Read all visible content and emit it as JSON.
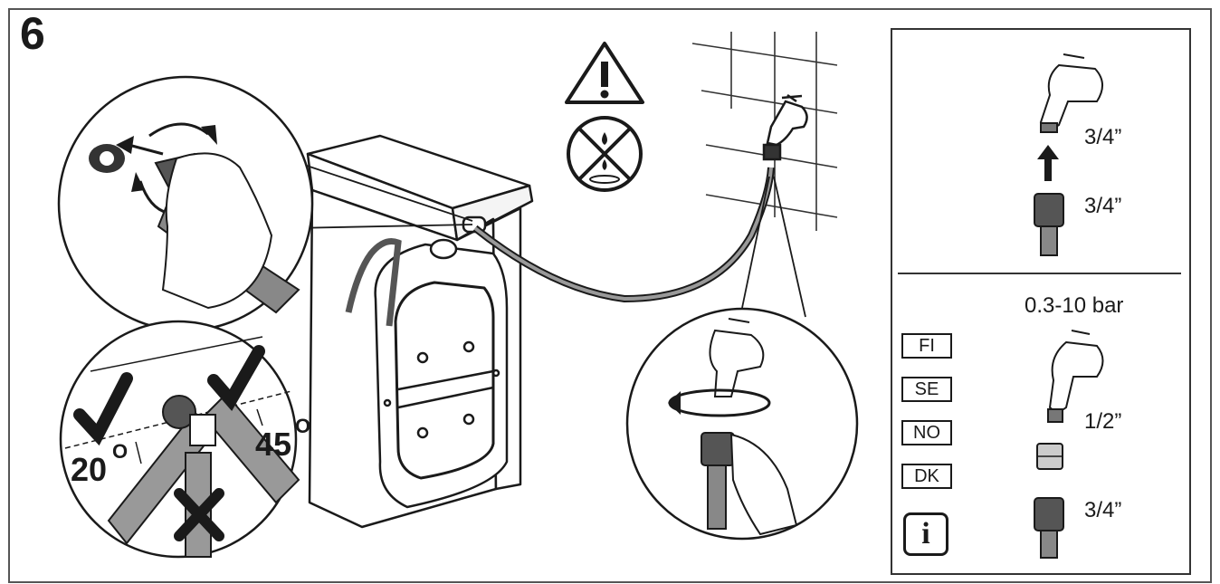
{
  "step_number": "6",
  "specs": {
    "top_tap_thread": "3/4”",
    "top_hose_thread": "3/4”",
    "pressure": "0.3-10 bar",
    "bottom_tap_thread": "1/2”",
    "bottom_hose_thread": "3/4”"
  },
  "angles": {
    "left": "20",
    "right": "45",
    "degree_symbol": "O"
  },
  "country_codes": [
    "FI",
    "SE",
    "NO",
    "DK"
  ],
  "info_symbol": "i",
  "icons": [
    "warning-triangle-icon",
    "no-water-leak-icon",
    "check-mark-icon",
    "cross-mark-icon",
    "up-arrow-icon",
    "rotate-arrow-icon"
  ]
}
